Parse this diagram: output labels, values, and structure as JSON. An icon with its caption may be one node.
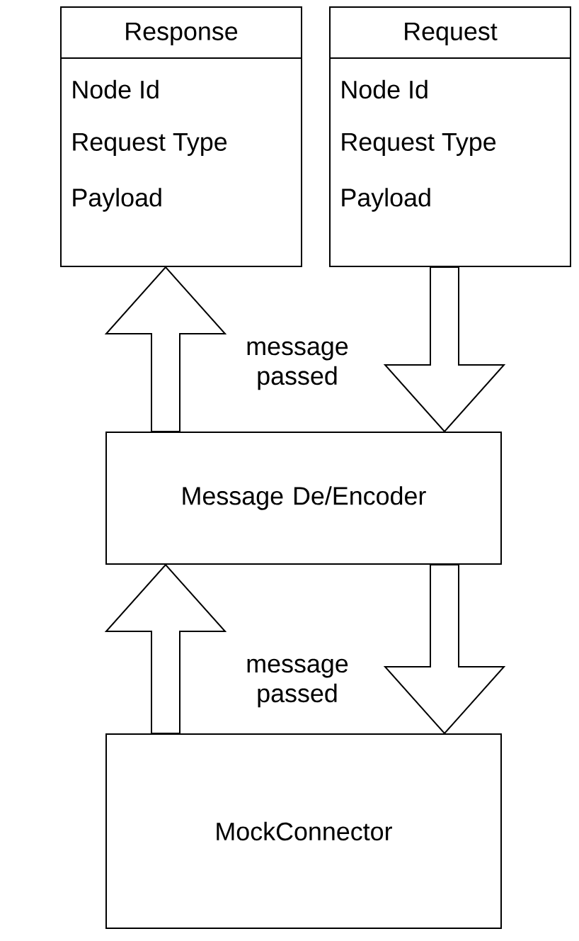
{
  "diagram": {
    "nodes": [
      {
        "text": [
          "Response",
          "Node Id",
          "Request Type",
          "Payload"
        ]
      },
      {
        "text": [
          "Request",
          "Node Id",
          "Request Type",
          "Payload"
        ]
      },
      {
        "text": [
          "Message De/Encoder"
        ]
      },
      {
        "text": [
          "MockConnector"
        ]
      }
    ],
    "edges": [
      {
        "from": 2,
        "to": 0,
        "arrow": "to"
      },
      {
        "from": 1,
        "to": 2,
        "arrow": "to"
      },
      {
        "from": 3,
        "to": 2,
        "arrow": "to"
      },
      {
        "from": 2,
        "to": 3,
        "arrow": "to"
      }
    ],
    "labels": [
      "message passed",
      "message passed"
    ]
  }
}
